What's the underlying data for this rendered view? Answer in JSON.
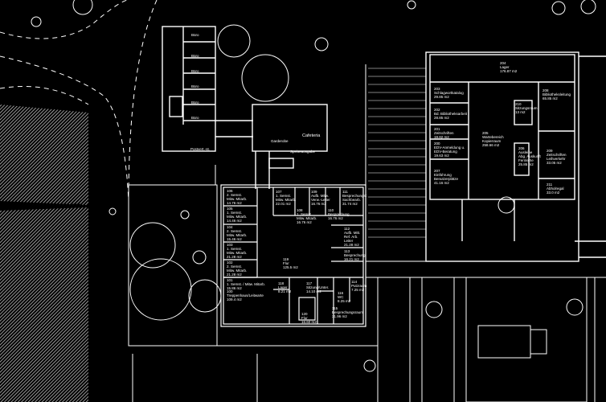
{
  "colors": {
    "background": "#000000",
    "lines": "#ffffff",
    "hatch": "#cfcfcf"
  },
  "north_wing": {
    "rooms": [
      "Büro",
      "Büro",
      "Büro",
      "Büro",
      "Büro",
      "Büro"
    ],
    "post": "Postvert.-st.",
    "cafeteria": "Cafeteria",
    "garderobe": "Garderobe",
    "speiseausgabe": "Speiseausgabe"
  },
  "center_wing": {
    "rooms": [
      "106\n2. Semst.\nMitw. Mitarb.\n14.76 m2",
      "105\n1. Semst.\nMitw. Mitarb.\n14.46 m2",
      "104\n2. Semst.\nMitw. Mitarb.\n15.46 m2",
      "103\n1. Semst.\nMitw. Mitarb.\n21.28 m2",
      "102\n2. Semst.\nMitw. Mitarb.\n21.28 m2",
      "101\n1. Semst. / Mitw. Mitarb.\n15.86 m2",
      "107\n1. Semst.\nMitw. Mitarb.\n22.01 m2",
      "108\n1. Semst.\nMitw. Mitarb.\n16.76 m2",
      "109\nAufb. Mitw.\nVerw.-Leiter\n16.76 m2",
      "110\nBesprechung\n16.76 m2",
      "111\nBesprechungsr.\nSachbearb.\n31.74 m2",
      "112\nAufb. Mitt.\nRef. Arb.\nLeiter\n21.28 m2",
      "113\nBesprechung\n16.21 m2",
      "119\nFlur\n125.5 m2",
      "100\nTreppenhaus/Leitwarte\n109.4 m2",
      "118\nLager\n8.21 m2",
      "117\nSitzung/Unter.\n14.10 m2",
      "116\nWC\n8.25 m2",
      "114\nPutzraum\n7.25 m2",
      "115\nBesprechungsraum\n31.96 m2",
      "120\nFlur\n16.60 m2"
    ]
  },
  "east_wing": {
    "rooms": [
      "204\nLager\n176.87 m2",
      "203\nSchlagwortkatalog\n29.85 m2",
      "202\nBd. Bibliotheksarbeit\n28.85 m2",
      "201\nZeitschriften\n19.82 m2",
      "200\nEDV-Anmeldung u.\nEDV-Beratung\n19.63 m2",
      "207\nEinführung\nBenutzerplätze\n41.16 m2",
      "205\nWartebereich\nKopierraum\n258.66 m2",
      "206\nAusleihe\nAbg. Auskunft\nFernleihe\n25.85 m2",
      "210\nSitzungsraum\n13 m2",
      "208\nBibliotheksleitung\n65.85 m2",
      "209\nZeitschriften\nLeihverkehr\n33.05 m2",
      "211\nAbholregal\n33.0 m2"
    ]
  }
}
